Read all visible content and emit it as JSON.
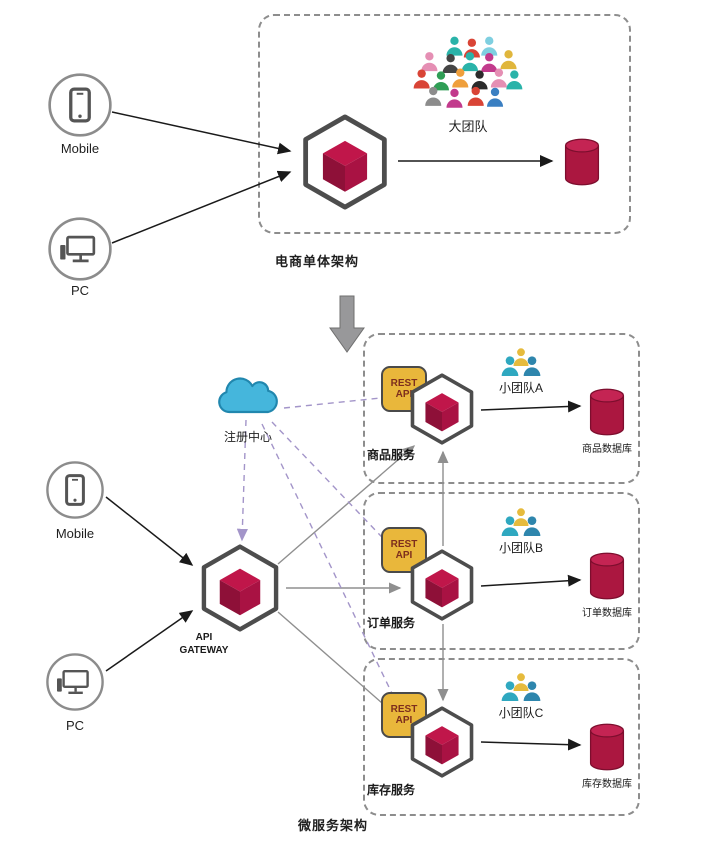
{
  "monolith": {
    "clients": [
      {
        "label": "Mobile",
        "icon": "smartphone-icon"
      },
      {
        "label": "PC",
        "icon": "desktop-icon"
      }
    ],
    "team_label": "大团队",
    "caption": "电商单体架构"
  },
  "microservices": {
    "clients": [
      {
        "label": "Mobile",
        "icon": "smartphone-icon"
      },
      {
        "label": "PC",
        "icon": "desktop-icon"
      }
    ],
    "registry": {
      "label": "注册中心",
      "icon": "cloud-icon"
    },
    "gateway": {
      "line1": "API",
      "line2": "GATEWAY",
      "icon": "service-cube-icon"
    },
    "badge": {
      "line1": "REST",
      "line2": "API"
    },
    "services": [
      {
        "name": "商品服务",
        "team": "小团队A",
        "database": "商品数据库"
      },
      {
        "name": "订单服务",
        "team": "小团队B",
        "database": "订单数据库"
      },
      {
        "name": "库存服务",
        "team": "小团队C",
        "database": "库存数据库"
      }
    ],
    "caption": "微服务架构"
  },
  "colors": {
    "cube_red": "#b5174a",
    "database_red": "#ab1740",
    "badge_yellow": "#e9b73b",
    "cloud_blue": "#45b6dc",
    "dashed_link": "#a395c9",
    "gray_link": "#8f8f8f"
  }
}
